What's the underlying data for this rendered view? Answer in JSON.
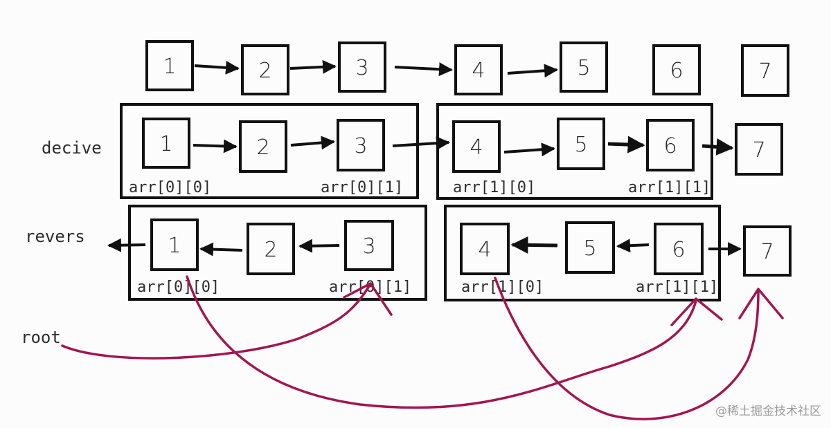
{
  "labels": {
    "decive": "decive",
    "revers": "revers",
    "root": "root"
  },
  "row_top": [
    "1",
    "2",
    "3",
    "4",
    "5",
    "6",
    "7"
  ],
  "row_decive": [
    "1",
    "2",
    "3",
    "4",
    "5",
    "6",
    "7"
  ],
  "row_revers": [
    "1",
    "2",
    "3",
    "4",
    "5",
    "6",
    "7"
  ],
  "decive_groups": [
    {
      "left": "arr[0][0]",
      "right": "arr[0][1]"
    },
    {
      "left": "arr[1][0]",
      "right": "arr[1][1]"
    }
  ],
  "revers_groups": [
    {
      "left": "arr[0][0]",
      "right": "arr[0][1]"
    },
    {
      "left": "arr[1][0]",
      "right": "arr[1][1]"
    }
  ],
  "watermark": "@稀土掘金技术社区",
  "colors": {
    "ink": "#111111",
    "curve": "#a3154f"
  }
}
